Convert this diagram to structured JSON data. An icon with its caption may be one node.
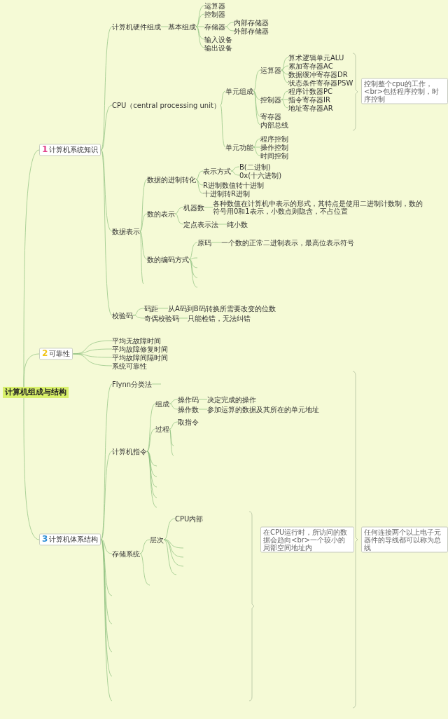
{
  "diagram": {
    "nodes": [
      {
        "text": [
          "计算机组成与结构"
        ]
      },
      {
        "text": [
          "1",
          "计算机系统知识"
        ]
      },
      {
        "text": [
          "计算机硬件组成"
        ]
      },
      {
        "text": [
          "基本组成"
        ]
      },
      {
        "text": [
          "运算器"
        ]
      },
      {
        "text": [
          "控制器"
        ]
      },
      {
        "text": [
          "存储器"
        ]
      },
      {
        "text": [
          "内部存储器"
        ]
      },
      {
        "text": [
          "外部存储器"
        ]
      },
      {
        "text": [
          "输入设备"
        ]
      },
      {
        "text": [
          "输出设备"
        ]
      },
      {
        "text": [
          "CPU（central processing unit）"
        ]
      },
      {
        "text": [
          "单元组成"
        ]
      },
      {
        "text": [
          "运算器"
        ]
      },
      {
        "text": [
          "算术逻辑单元ALU"
        ]
      },
      {
        "text": [
          "累加寄存器AC"
        ]
      },
      {
        "text": [
          "数据缓冲寄存器DR"
        ]
      },
      {
        "text": [
          "状态条件寄存器PSW"
        ]
      },
      {
        "text": [
          "控制器"
        ]
      },
      {
        "text": [
          "程序计数器PC"
        ]
      },
      {
        "text": [
          "指令寄存器IR"
        ]
      },
      {
        "text": [
          "地址寄存器AR"
        ]
      },
      {
        "text": [
          "寄存器"
        ]
      },
      {
        "text": [
          "内部总线"
        ]
      },
      {
        "text": [
          "单元功能"
        ]
      },
      {
        "text": [
          "程序控制"
        ]
      },
      {
        "text": [
          "操作控制"
        ]
      },
      {
        "text": [
          "时间控制"
        ]
      },
      {
        "text": [
          "控制整个cpu的工作，<br>包括程序控制，时序控制"
        ]
      },
      {
        "text": [
          "数据表示"
        ]
      },
      {
        "text": [
          "数据的进制转化"
        ]
      },
      {
        "text": [
          "表示方式"
        ]
      },
      {
        "text": [
          "B(二进制)"
        ]
      },
      {
        "text": [
          "0x(十六进制)"
        ]
      },
      {
        "text": [
          "R进制数值转十进制"
        ]
      },
      {
        "text": [
          "十进制转R进制"
        ]
      },
      {
        "text": [
          "数的表示"
        ]
      },
      {
        "text": [
          "机器数"
        ]
      },
      {
        "text": [
          "各种数值在计算机中表示的形式，其特点是使用二进制计数制，数的符号用0和1表示，小数点则隐含，不占位置"
        ]
      },
      {
        "text": [
          "定点表示法"
        ]
      },
      {
        "text": [
          "纯小数"
        ]
      },
      {
        "text": [
          "数的编码方式"
        ]
      },
      {
        "text": [
          "原码"
        ]
      },
      {
        "text": [
          "一个数的正常二进制表示，最高位表示符号"
        ]
      },
      {
        "text": [
          "校验码"
        ]
      },
      {
        "text": [
          "码距"
        ]
      },
      {
        "text": [
          "从A码到B码转换所需要改变的位数"
        ]
      },
      {
        "text": [
          "奇偶校验码"
        ]
      },
      {
        "text": [
          "只能检错，无法纠错"
        ]
      },
      {
        "text": [
          "2",
          "可靠性"
        ]
      },
      {
        "text": [
          "平均无故障时间"
        ]
      },
      {
        "text": [
          "平均故障修复时间"
        ]
      },
      {
        "text": [
          "平均故障间隔时间"
        ]
      },
      {
        "text": [
          "系统可靠性"
        ]
      },
      {
        "text": [
          "3",
          "计算机体系结构"
        ]
      },
      {
        "text": [
          "Flynn分类法"
        ]
      },
      {
        "text": [
          "计算机指令"
        ]
      },
      {
        "text": [
          "组成"
        ]
      },
      {
        "text": [
          "操作码"
        ]
      },
      {
        "text": [
          "决定完成的操作"
        ]
      },
      {
        "text": [
          "操作数"
        ]
      },
      {
        "text": [
          "参加运算的数据及其所在的单元地址"
        ]
      },
      {
        "text": [
          "过程"
        ]
      },
      {
        "text": [
          "取指令"
        ]
      },
      {
        "text": [
          "存储系统"
        ]
      },
      {
        "text": [
          "层次"
        ]
      },
      {
        "text": [
          "CPU内部"
        ]
      },
      {
        "text": [
          "在CPU运行时，所访问的数据会趋向<br>一个较小的局部空间地址内"
        ]
      },
      {
        "text": [
          "任何连接两个以上电子元器件的导线都可以称为总线"
        ]
      }
    ],
    "edges": [
      {
        "from": 0,
        "to": 1,
        "arrow": "none"
      },
      {
        "from": 1,
        "to": 2,
        "arrow": "none"
      },
      {
        "from": 2,
        "to": 3,
        "arrow": "none"
      },
      {
        "from": 3,
        "to": 4,
        "arrow": "none"
      },
      {
        "from": 3,
        "to": 5,
        "arrow": "none"
      },
      {
        "from": 3,
        "to": 6,
        "arrow": "none"
      },
      {
        "from": 6,
        "to": 7,
        "arrow": "none"
      },
      {
        "from": 6,
        "to": 8,
        "arrow": "none"
      },
      {
        "from": 3,
        "to": 9,
        "arrow": "none"
      },
      {
        "from": 3,
        "to": 10,
        "arrow": "none"
      },
      {
        "from": 1,
        "to": 11,
        "arrow": "none"
      },
      {
        "from": 11,
        "to": 12,
        "arrow": "none"
      },
      {
        "from": 12,
        "to": 13,
        "arrow": "none"
      },
      {
        "from": 13,
        "to": 14,
        "arrow": "none"
      },
      {
        "from": 13,
        "to": 15,
        "arrow": "none"
      },
      {
        "from": 13,
        "to": 16,
        "arrow": "none"
      },
      {
        "from": 13,
        "to": 17,
        "arrow": "none"
      },
      {
        "from": 12,
        "to": 18,
        "arrow": "none"
      },
      {
        "from": 18,
        "to": 19,
        "arrow": "none"
      },
      {
        "from": 18,
        "to": 20,
        "arrow": "none"
      },
      {
        "from": 18,
        "to": 21,
        "arrow": "none"
      },
      {
        "from": 12,
        "to": 22,
        "arrow": "none"
      },
      {
        "from": 12,
        "to": 23,
        "arrow": "none"
      },
      {
        "from": 11,
        "to": 24,
        "arrow": "none"
      },
      {
        "from": 24,
        "to": 25,
        "arrow": "none"
      },
      {
        "from": 24,
        "to": 26,
        "arrow": "none"
      },
      {
        "from": 24,
        "to": 27,
        "arrow": "none"
      },
      {
        "from": 1,
        "to": 29,
        "arrow": "none"
      },
      {
        "from": 29,
        "to": 30,
        "arrow": "none"
      },
      {
        "from": 30,
        "to": 31,
        "arrow": "none"
      },
      {
        "from": 31,
        "to": 32,
        "arrow": "none"
      },
      {
        "from": 31,
        "to": 33,
        "arrow": "none"
      },
      {
        "from": 30,
        "to": 34,
        "arrow": "none"
      },
      {
        "from": 30,
        "to": 35,
        "arrow": "none"
      },
      {
        "from": 29,
        "to": 36,
        "arrow": "none"
      },
      {
        "from": 36,
        "to": 37,
        "arrow": "none"
      },
      {
        "from": 37,
        "to": 38,
        "arrow": "none"
      },
      {
        "from": 36,
        "to": 39,
        "arrow": "none"
      },
      {
        "from": 39,
        "to": 40,
        "arrow": "none"
      },
      {
        "from": 29,
        "to": 41,
        "arrow": "none"
      },
      {
        "from": 41,
        "to": 42,
        "arrow": "none"
      },
      {
        "from": 42,
        "to": 43,
        "arrow": "none"
      },
      {
        "from": 41,
        "to": null,
        "arrow": "none"
      },
      {
        "from": 41,
        "to": null,
        "arrow": "none"
      },
      {
        "from": 41,
        "to": null,
        "arrow": "none"
      },
      {
        "from": 41,
        "to": null,
        "arrow": "none"
      },
      {
        "from": 29,
        "to": null,
        "arrow": "none"
      },
      {
        "from": 1,
        "to": 44,
        "arrow": "none"
      },
      {
        "from": 44,
        "to": 45,
        "arrow": "none"
      },
      {
        "from": 45,
        "to": 46,
        "arrow": "none"
      },
      {
        "from": 44,
        "to": 47,
        "arrow": "none"
      },
      {
        "from": 47,
        "to": 48,
        "arrow": "none"
      },
      {
        "from": 0,
        "to": 49,
        "arrow": "none"
      },
      {
        "from": 49,
        "to": 50,
        "arrow": "none"
      },
      {
        "from": 49,
        "to": 51,
        "arrow": "none"
      },
      {
        "from": 49,
        "to": 52,
        "arrow": "none"
      },
      {
        "from": 49,
        "to": 53,
        "arrow": "none"
      },
      {
        "from": 0,
        "to": 54,
        "arrow": "none"
      },
      {
        "from": 54,
        "to": 55,
        "arrow": "none"
      },
      {
        "from": 55,
        "to": null,
        "arrow": "none"
      },
      {
        "from": 54,
        "to": 56,
        "arrow": "none"
      },
      {
        "from": 56,
        "to": 57,
        "arrow": "none"
      },
      {
        "from": 57,
        "to": 58,
        "arrow": "none"
      },
      {
        "from": 58,
        "to": 59,
        "arrow": "none"
      },
      {
        "from": 57,
        "to": 60,
        "arrow": "none"
      },
      {
        "from": 60,
        "to": 61,
        "arrow": "none"
      },
      {
        "from": 56,
        "to": 62,
        "arrow": "none"
      },
      {
        "from": 62,
        "to": 63,
        "arrow": "none"
      },
      {
        "from": 62,
        "to": null,
        "arrow": "none"
      },
      {
        "from": 62,
        "to": null,
        "arrow": "none"
      },
      {
        "from": 56,
        "to": null,
        "arrow": "none"
      },
      {
        "from": 56,
        "to": null,
        "arrow": "none"
      },
      {
        "from": 56,
        "to": null,
        "arrow": "none"
      },
      {
        "from": 56,
        "to": null,
        "arrow": "none"
      },
      {
        "from": 56,
        "to": null,
        "arrow": "none"
      },
      {
        "from": 54,
        "to": 64,
        "arrow": "none"
      },
      {
        "from": 64,
        "to": 65,
        "arrow": "none"
      },
      {
        "from": 65,
        "to": 66,
        "arrow": "none"
      },
      {
        "from": 65,
        "to": null,
        "arrow": "none"
      },
      {
        "from": 65,
        "to": null,
        "arrow": "none"
      },
      {
        "from": 65,
        "to": null,
        "arrow": "none"
      },
      {
        "from": 65,
        "to": null,
        "arrow": "none"
      },
      {
        "from": 64,
        "to": null,
        "arrow": "none"
      },
      {
        "from": 54,
        "to": null,
        "arrow": "none"
      },
      {
        "from": 54,
        "to": null,
        "arrow": "none"
      },
      {
        "from": 54,
        "to": null,
        "arrow": "none"
      },
      {
        "from": 54,
        "to": null,
        "arrow": "none"
      },
      {
        "from": 54,
        "to": null,
        "arrow": "none"
      }
    ]
  }
}
